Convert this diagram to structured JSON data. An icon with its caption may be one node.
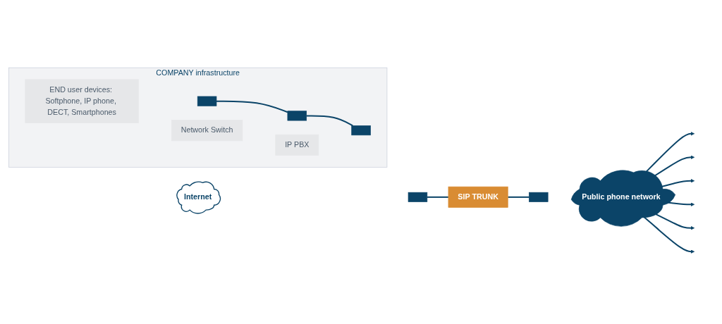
{
  "diagram": {
    "nodes": [
      {
        "text": [
          "COMPANY infrastructure"
        ]
      },
      {
        "text": [
          "Network Switch"
        ],
        "in": 0
      },
      {
        "text": [
          "END user devices: Softphone, IP phone, DECT, Smartphones"
        ],
        "in": 0
      },
      {
        "text": [
          "IP PBX"
        ],
        "in": 0
      },
      {
        "text": [],
        "shape": "box",
        "in": 0
      },
      {
        "text": [],
        "shape": "box",
        "in": 0
      },
      {
        "text": [],
        "shape": "box",
        "in": 0
      },
      {
        "text": [
          "Internet"
        ]
      },
      {
        "text": [],
        "shape": "box"
      },
      {
        "text": [
          "SIP TRUNK"
        ]
      },
      {
        "text": [],
        "shape": "box"
      },
      {
        "text": [
          "Public phone network"
        ]
      }
    ],
    "edges": [
      {
        "from": 4,
        "to": 5,
        "arrow": "none"
      },
      {
        "from": 5,
        "to": 6,
        "arrow": "none"
      },
      {
        "from": 8,
        "to": 9,
        "arrow": "none"
      },
      {
        "from": 9,
        "to": 10,
        "arrow": "none"
      },
      {
        "from": 11,
        "to": null,
        "arrow": "to"
      },
      {
        "from": 11,
        "to": null,
        "arrow": "to"
      },
      {
        "from": 11,
        "to": null,
        "arrow": "to"
      },
      {
        "from": 11,
        "to": null,
        "arrow": "to"
      },
      {
        "from": 11,
        "to": null,
        "arrow": "to"
      },
      {
        "from": 11,
        "to": null,
        "arrow": "to"
      }
    ]
  }
}
